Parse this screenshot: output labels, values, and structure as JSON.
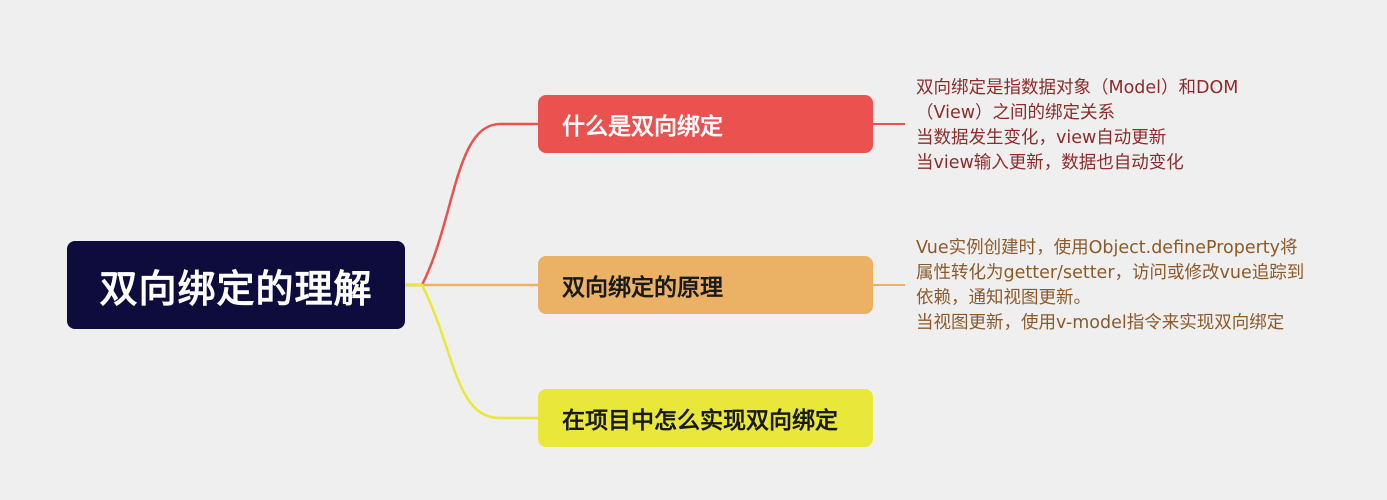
{
  "root": {
    "label": "双向绑定的理解"
  },
  "branches": [
    {
      "label": "什么是双向绑定",
      "color": "#ea5250",
      "notes": [
        "双向绑定是指数据对象（Model）和DOM",
        "（View）之间的绑定关系",
        "当数据发生变化，view自动更新",
        "当view输入更新，数据也自动变化"
      ]
    },
    {
      "label": "双向绑定的原理",
      "color": "#ebb266",
      "notes": [
        "Vue实例创建时，使用Object.defineProperty将",
        "属性转化为getter/setter，访问或修改vue追踪到",
        "依赖，通知视图更新。",
        "当视图更新，使用v-model指令来实现双向绑定"
      ]
    },
    {
      "label": "在项目中怎么实现双向绑定",
      "color": "#e9e83a",
      "notes": []
    }
  ],
  "colors": {
    "background": "#efefef",
    "root": "#0d0c3c"
  }
}
